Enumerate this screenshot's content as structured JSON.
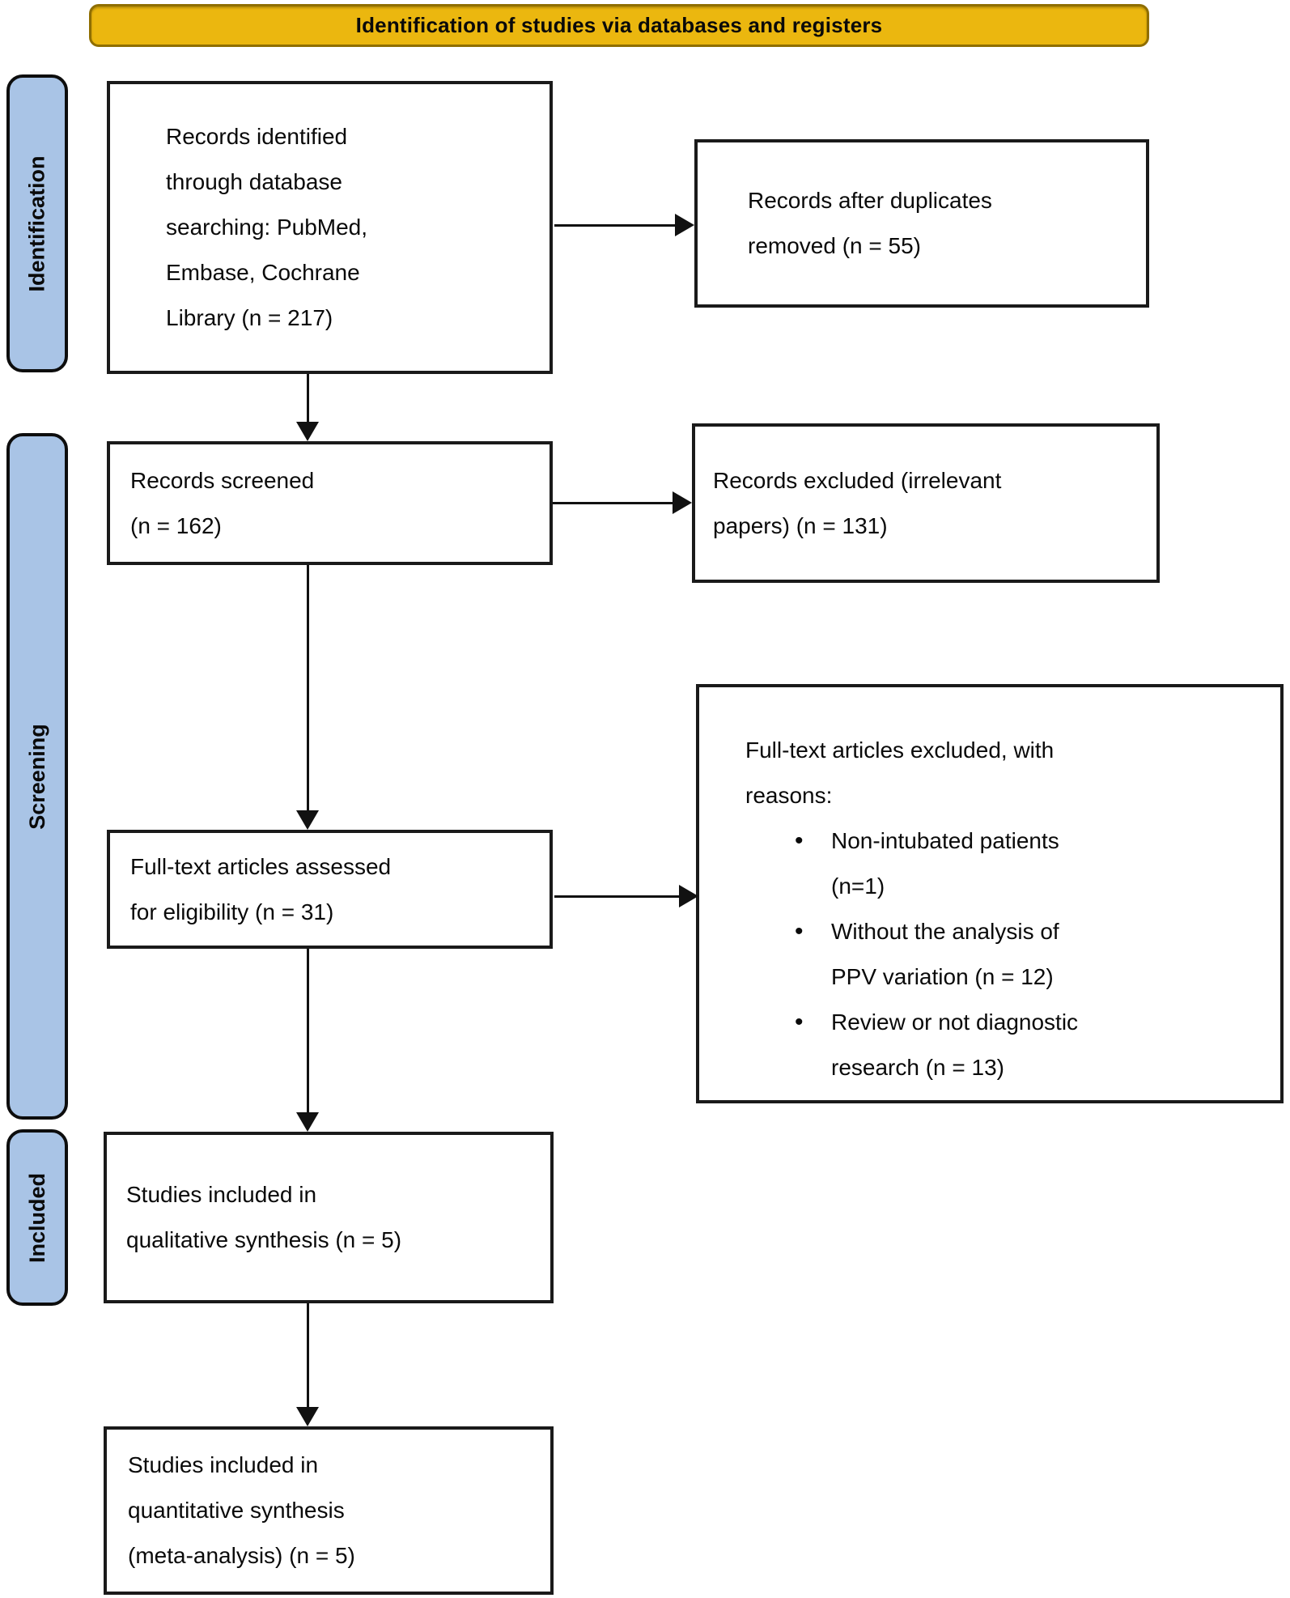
{
  "banner": {
    "label": "Identification of studies via databases and registers"
  },
  "stages": [
    {
      "label": "Identification"
    },
    {
      "label": "Screening"
    },
    {
      "label": "Included"
    }
  ],
  "boxes": {
    "identified": {
      "text": "Records identified\nthrough database\nsearching: PubMed,\nEmbase, Cochrane\nLibrary (n = 217)"
    },
    "duplicates_removed": {
      "text": "Records after duplicates\nremoved (n = 55)"
    },
    "screened": {
      "text": "Records screened\n(n = 162)"
    },
    "records_excluded": {
      "text": "Records excluded (irrelevant\npapers) (n = 131)"
    },
    "fulltext_assessed": {
      "text": "Full-text articles assessed\nfor eligibility (n = 31)"
    },
    "fulltext_excluded": {
      "title": "Full-text articles excluded, with\nreasons:",
      "items": [
        "Non-intubated patients\n(n=1)",
        "Without the analysis of\nPPV variation (n = 12)",
        "Review or not diagnostic\nresearch (n = 13)"
      ]
    },
    "qualitative": {
      "text": "Studies included in\nqualitative synthesis (n = 5)"
    },
    "quantitative": {
      "text": "Studies included in\nquantitative synthesis\n(meta-analysis) (n = 5)"
    }
  },
  "counts": {
    "identified": 217,
    "after_duplicates": 55,
    "screened": 162,
    "records_excluded": 131,
    "fulltext_assessed": 31,
    "excluded_non_intubated": 1,
    "excluded_no_ppv_analysis": 12,
    "excluded_review_not_diagnostic": 13,
    "qualitative_included": 5,
    "quantitative_included": 5
  },
  "colors": {
    "banner_bg": "#EBB70F",
    "banner_border": "#8F6E00",
    "stage_bg": "#A9C4E6",
    "stage_border": "#0D0D0D",
    "box_border": "#1A1A1A",
    "arrow": "#111111"
  }
}
